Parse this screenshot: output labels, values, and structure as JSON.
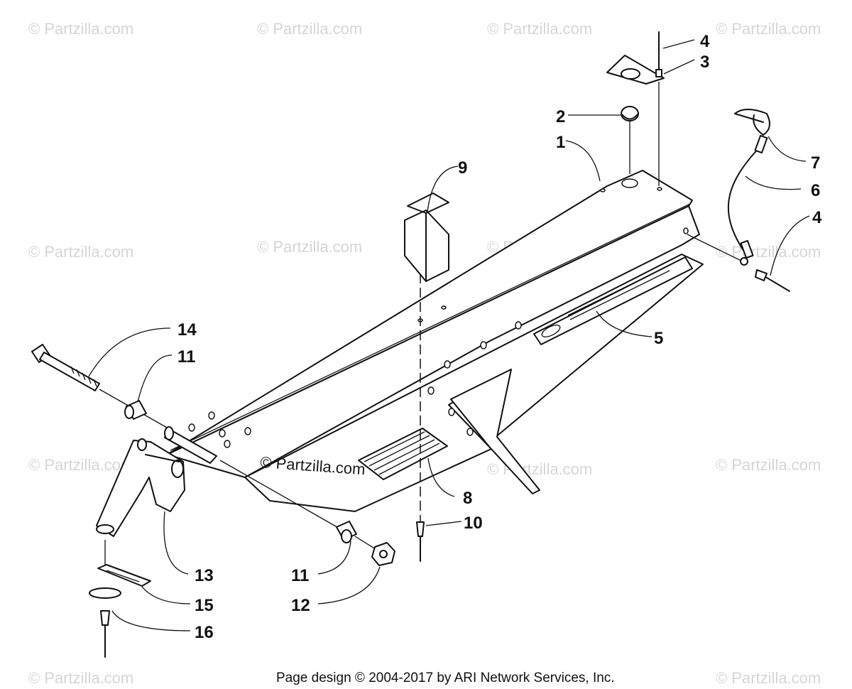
{
  "watermark": {
    "text": "© Partzilla.com",
    "center_text": "© Partzilla.com"
  },
  "callouts": [
    {
      "id": "c1",
      "label": "1"
    },
    {
      "id": "c2",
      "label": "2"
    },
    {
      "id": "c3",
      "label": "3"
    },
    {
      "id": "c4a",
      "label": "4"
    },
    {
      "id": "c4b",
      "label": "4"
    },
    {
      "id": "c5",
      "label": "5"
    },
    {
      "id": "c6",
      "label": "6"
    },
    {
      "id": "c7",
      "label": "7"
    },
    {
      "id": "c8",
      "label": "8"
    },
    {
      "id": "c9",
      "label": "9"
    },
    {
      "id": "c10",
      "label": "10"
    },
    {
      "id": "c11a",
      "label": "11"
    },
    {
      "id": "c11b",
      "label": "11"
    },
    {
      "id": "c12",
      "label": "12"
    },
    {
      "id": "c13",
      "label": "13"
    },
    {
      "id": "c14",
      "label": "14"
    },
    {
      "id": "c15",
      "label": "15"
    },
    {
      "id": "c16",
      "label": "16"
    }
  ],
  "footer": {
    "text": "Page design © 2004-2017 by ARI Network Services, Inc."
  }
}
